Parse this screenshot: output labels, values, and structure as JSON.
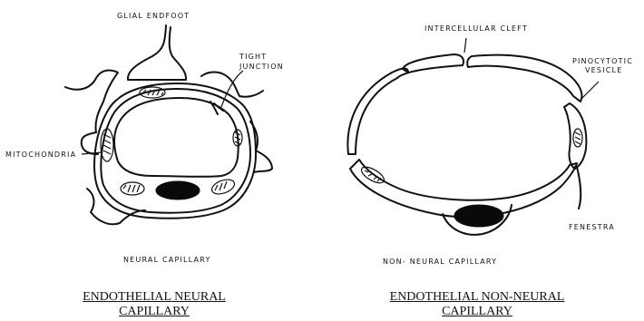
{
  "left": {
    "labels": {
      "glial": "GLIAL ENDFOOT",
      "tight1": "TIGHT",
      "tight2": "JUNCTION",
      "mito": "MITOCHONDRIA",
      "bottom": "NEURAL CAPILLARY"
    },
    "caption_line1": "ENDOTHELIAL NEURAL",
    "caption_line2": "CAPILLARY"
  },
  "right": {
    "labels": {
      "cleft": "INTERCELLULAR CLEFT",
      "pino1": "PINOCYTOTIC",
      "pino2": "VESICLE",
      "fenestra": "FENESTRA",
      "bottom": "NON- NEURAL CAPILLARY"
    },
    "caption_line1": "ENDOTHELIAL NON-NEURAL",
    "caption_line2": "CAPILLARY"
  }
}
